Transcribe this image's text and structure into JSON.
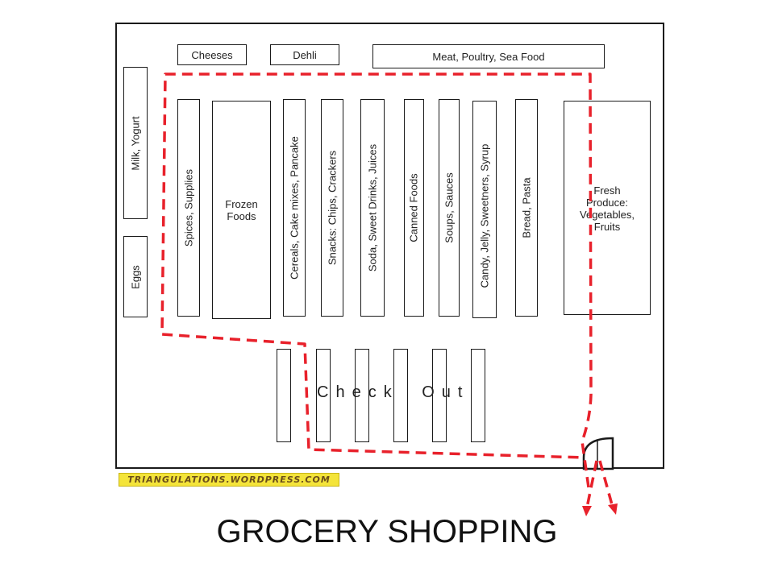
{
  "title": "GROCERY SHOPPING",
  "watermark": "TRIANGULATIONS.WORDPRESS.COM",
  "checkout_label": "Check Out",
  "colors": {
    "path": "#e8212b",
    "outline": "#1a1a1a",
    "watermark_bg": "#f4e43a"
  },
  "top_counters": {
    "cheeses": "Cheeses",
    "dehli": "Dehli",
    "meat": "Meat, Poultry, Sea Food"
  },
  "wall_sections": {
    "milk": "Milk, Yogurt",
    "eggs": "Eggs"
  },
  "aisles": {
    "spices": "Spices, Supplies",
    "frozen_1": "Frozen",
    "frozen_2": "Foods",
    "cereals": "Cereals, Cake mixes, Pancake",
    "snacks": "Snacks: Chips, Crackers",
    "soda": "Soda, Sweet Drinks, Juices",
    "canned": "Canned Foods",
    "soups": "Soups, Sauces",
    "candy": "Candy, Jelly, Sweetners, Syrup",
    "bread": "Bread, Pasta"
  },
  "produce": {
    "line1": "Fresh",
    "line2": "Produce:",
    "line3": "Vegetables,",
    "line4": "Fruits"
  }
}
